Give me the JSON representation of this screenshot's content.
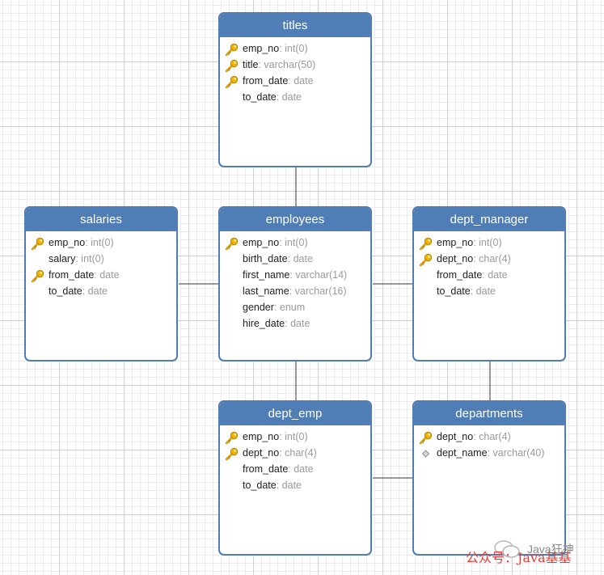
{
  "tables": [
    {
      "id": "titles",
      "name": "titles",
      "columns": [
        {
          "name": "emp_no",
          "type": "int(0)",
          "icon": "key-icon"
        },
        {
          "name": "title",
          "type": "varchar(50)",
          "icon": "key-icon"
        },
        {
          "name": "from_date",
          "type": "date",
          "icon": "key-icon"
        },
        {
          "name": "to_date",
          "type": "date",
          "icon": "none"
        }
      ]
    },
    {
      "id": "salaries",
      "name": "salaries",
      "columns": [
        {
          "name": "emp_no",
          "type": "int(0)",
          "icon": "key-icon"
        },
        {
          "name": "salary",
          "type": "int(0)",
          "icon": "none"
        },
        {
          "name": "from_date",
          "type": "date",
          "icon": "key-icon"
        },
        {
          "name": "to_date",
          "type": "date",
          "icon": "none"
        }
      ]
    },
    {
      "id": "employees",
      "name": "employees",
      "columns": [
        {
          "name": "emp_no",
          "type": "int(0)",
          "icon": "key-icon"
        },
        {
          "name": "birth_date",
          "type": "date",
          "icon": "none"
        },
        {
          "name": "first_name",
          "type": "varchar(14)",
          "icon": "none"
        },
        {
          "name": "last_name",
          "type": "varchar(16)",
          "icon": "none"
        },
        {
          "name": "gender",
          "type": "enum",
          "icon": "none"
        },
        {
          "name": "hire_date",
          "type": "date",
          "icon": "none"
        }
      ]
    },
    {
      "id": "dept_manager",
      "name": "dept_manager",
      "columns": [
        {
          "name": "emp_no",
          "type": "int(0)",
          "icon": "key-icon"
        },
        {
          "name": "dept_no",
          "type": "char(4)",
          "icon": "key-icon"
        },
        {
          "name": "from_date",
          "type": "date",
          "icon": "none"
        },
        {
          "name": "to_date",
          "type": "date",
          "icon": "none"
        }
      ]
    },
    {
      "id": "dept_emp",
      "name": "dept_emp",
      "columns": [
        {
          "name": "emp_no",
          "type": "int(0)",
          "icon": "key-icon"
        },
        {
          "name": "dept_no",
          "type": "char(4)",
          "icon": "key-icon"
        },
        {
          "name": "from_date",
          "type": "date",
          "icon": "none"
        },
        {
          "name": "to_date",
          "type": "date",
          "icon": "none"
        }
      ]
    },
    {
      "id": "departments",
      "name": "departments",
      "columns": [
        {
          "name": "dept_no",
          "type": "char(4)",
          "icon": "key-icon"
        },
        {
          "name": "dept_name",
          "type": "varchar(40)",
          "icon": "diamond-icon"
        }
      ]
    }
  ],
  "relations": [
    {
      "from": "titles",
      "to": "employees"
    },
    {
      "from": "salaries",
      "to": "employees"
    },
    {
      "from": "employees",
      "to": "dept_manager"
    },
    {
      "from": "employees",
      "to": "dept_emp"
    },
    {
      "from": "dept_emp",
      "to": "departments"
    },
    {
      "from": "dept_manager",
      "to": "departments"
    }
  ],
  "colors": {
    "header": "#4f7db6",
    "key": "#f0b400",
    "type_text": "#9a9a9a"
  },
  "watermark": {
    "text": "公众号：Java基基",
    "brand": "Java狂神"
  }
}
